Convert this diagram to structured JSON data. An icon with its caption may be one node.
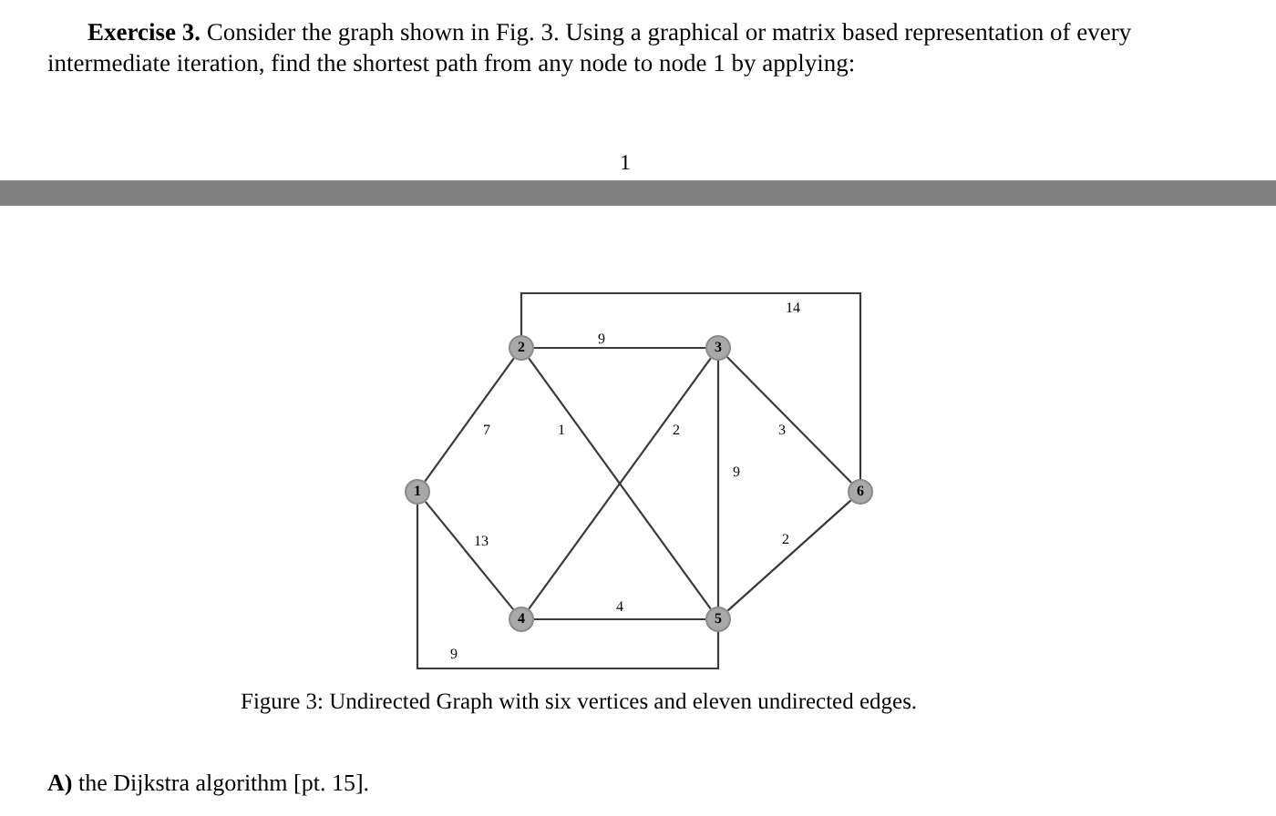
{
  "diagram": {
    "caption": "Figure 3: Undirected Graph with six vertices and eleven undirected edges.",
    "nodes": [
      {
        "text": [
          "1"
        ]
      },
      {
        "text": [
          "2"
        ]
      },
      {
        "text": [
          "3"
        ]
      },
      {
        "text": [
          "4"
        ]
      },
      {
        "text": [
          "5"
        ]
      },
      {
        "text": [
          "6"
        ]
      }
    ],
    "edges": [
      {
        "from": 0,
        "to": 1,
        "arrow": "none",
        "label": "7"
      },
      {
        "from": 0,
        "to": 3,
        "arrow": "none",
        "label": "13"
      },
      {
        "from": 0,
        "to": 4,
        "arrow": "none",
        "label": "9"
      },
      {
        "from": 1,
        "to": 2,
        "arrow": "none",
        "label": "9"
      },
      {
        "from": 1,
        "to": 4,
        "arrow": "none",
        "label": "1"
      },
      {
        "from": 1,
        "to": 5,
        "arrow": "none",
        "label": "14"
      },
      {
        "from": 2,
        "to": 3,
        "arrow": "none",
        "label": "2"
      },
      {
        "from": 2,
        "to": 4,
        "arrow": "none",
        "label": "9"
      },
      {
        "from": 2,
        "to": 5,
        "arrow": "none",
        "label": "3"
      },
      {
        "from": 3,
        "to": 4,
        "arrow": "none",
        "label": "4"
      },
      {
        "from": 4,
        "to": 5,
        "arrow": "none",
        "label": "2"
      }
    ],
    "labels": [
      "**Exercise 3.** Consider the graph shown in Fig. 3. Using a graphical or matrix based representation of every intermediate iteration, find the shortest path from any node to node 1 by applying:",
      "1",
      "**A)** the Dijkstra algorithm [pt. 15]."
    ]
  }
}
